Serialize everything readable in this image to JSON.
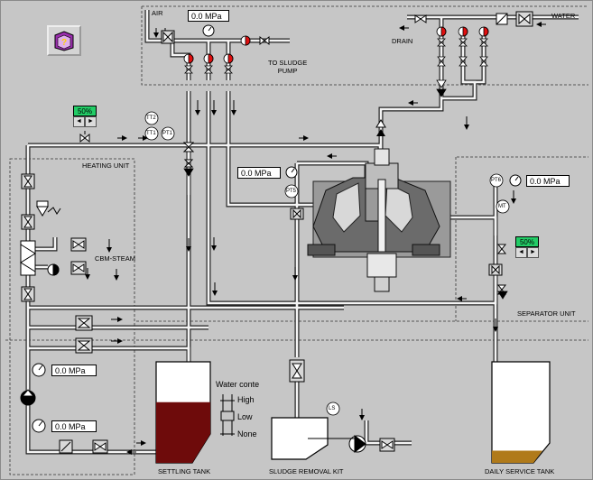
{
  "labels": {
    "air": "AIR",
    "water": "WATER",
    "drain": "DRAIN",
    "to_sludge_pump": "TO SLUDGE\nPUMP",
    "heating_unit": "HEATING UNIT",
    "cbm_steam": "CBM-STEAM",
    "separator_unit": "SEPARATOR UNIT",
    "settling_tank": "SETTLING TANK",
    "sludge_removal_kit": "SLUDGE REMOVAL KIT",
    "daily_service_tank": "DAILY SERVICE TANK"
  },
  "readouts": {
    "air_pressure": "0.0 MPa",
    "separator_inlet_pressure": "0.0 MPa",
    "outlet_pressure": "0.0 MPa",
    "heating_pressure_1": "0.0 MPa",
    "heating_pressure_2": "0.0 MPa"
  },
  "controls": {
    "heating_valve_percent": "50%",
    "outlet_valve_percent": "50%",
    "left_arrow": "◄",
    "right_arrow": "►"
  },
  "instruments": {
    "tt2": "TT2",
    "tt1": "TT1",
    "pt1": "PT1",
    "pt5": "PT5",
    "pt6": "PT6",
    "mt": "MT",
    "ls": "LS"
  },
  "water_content": {
    "title": "Water conte",
    "high": "High",
    "low": "Low",
    "none": "None",
    "level": "Low"
  },
  "tanks": {
    "settling_level": 0.6,
    "sludge_level": 0.0,
    "daily_service_level": 0.12
  },
  "colors": {
    "background": "#c6c6c6",
    "settling_fill": "#6e0b0b",
    "daily_fill": "#b07a1a",
    "readout_bg": "#ffffff",
    "percent_bg": "#22cc66",
    "valve_red": "#e01010"
  },
  "icons": {
    "help": "help-book-icon"
  }
}
